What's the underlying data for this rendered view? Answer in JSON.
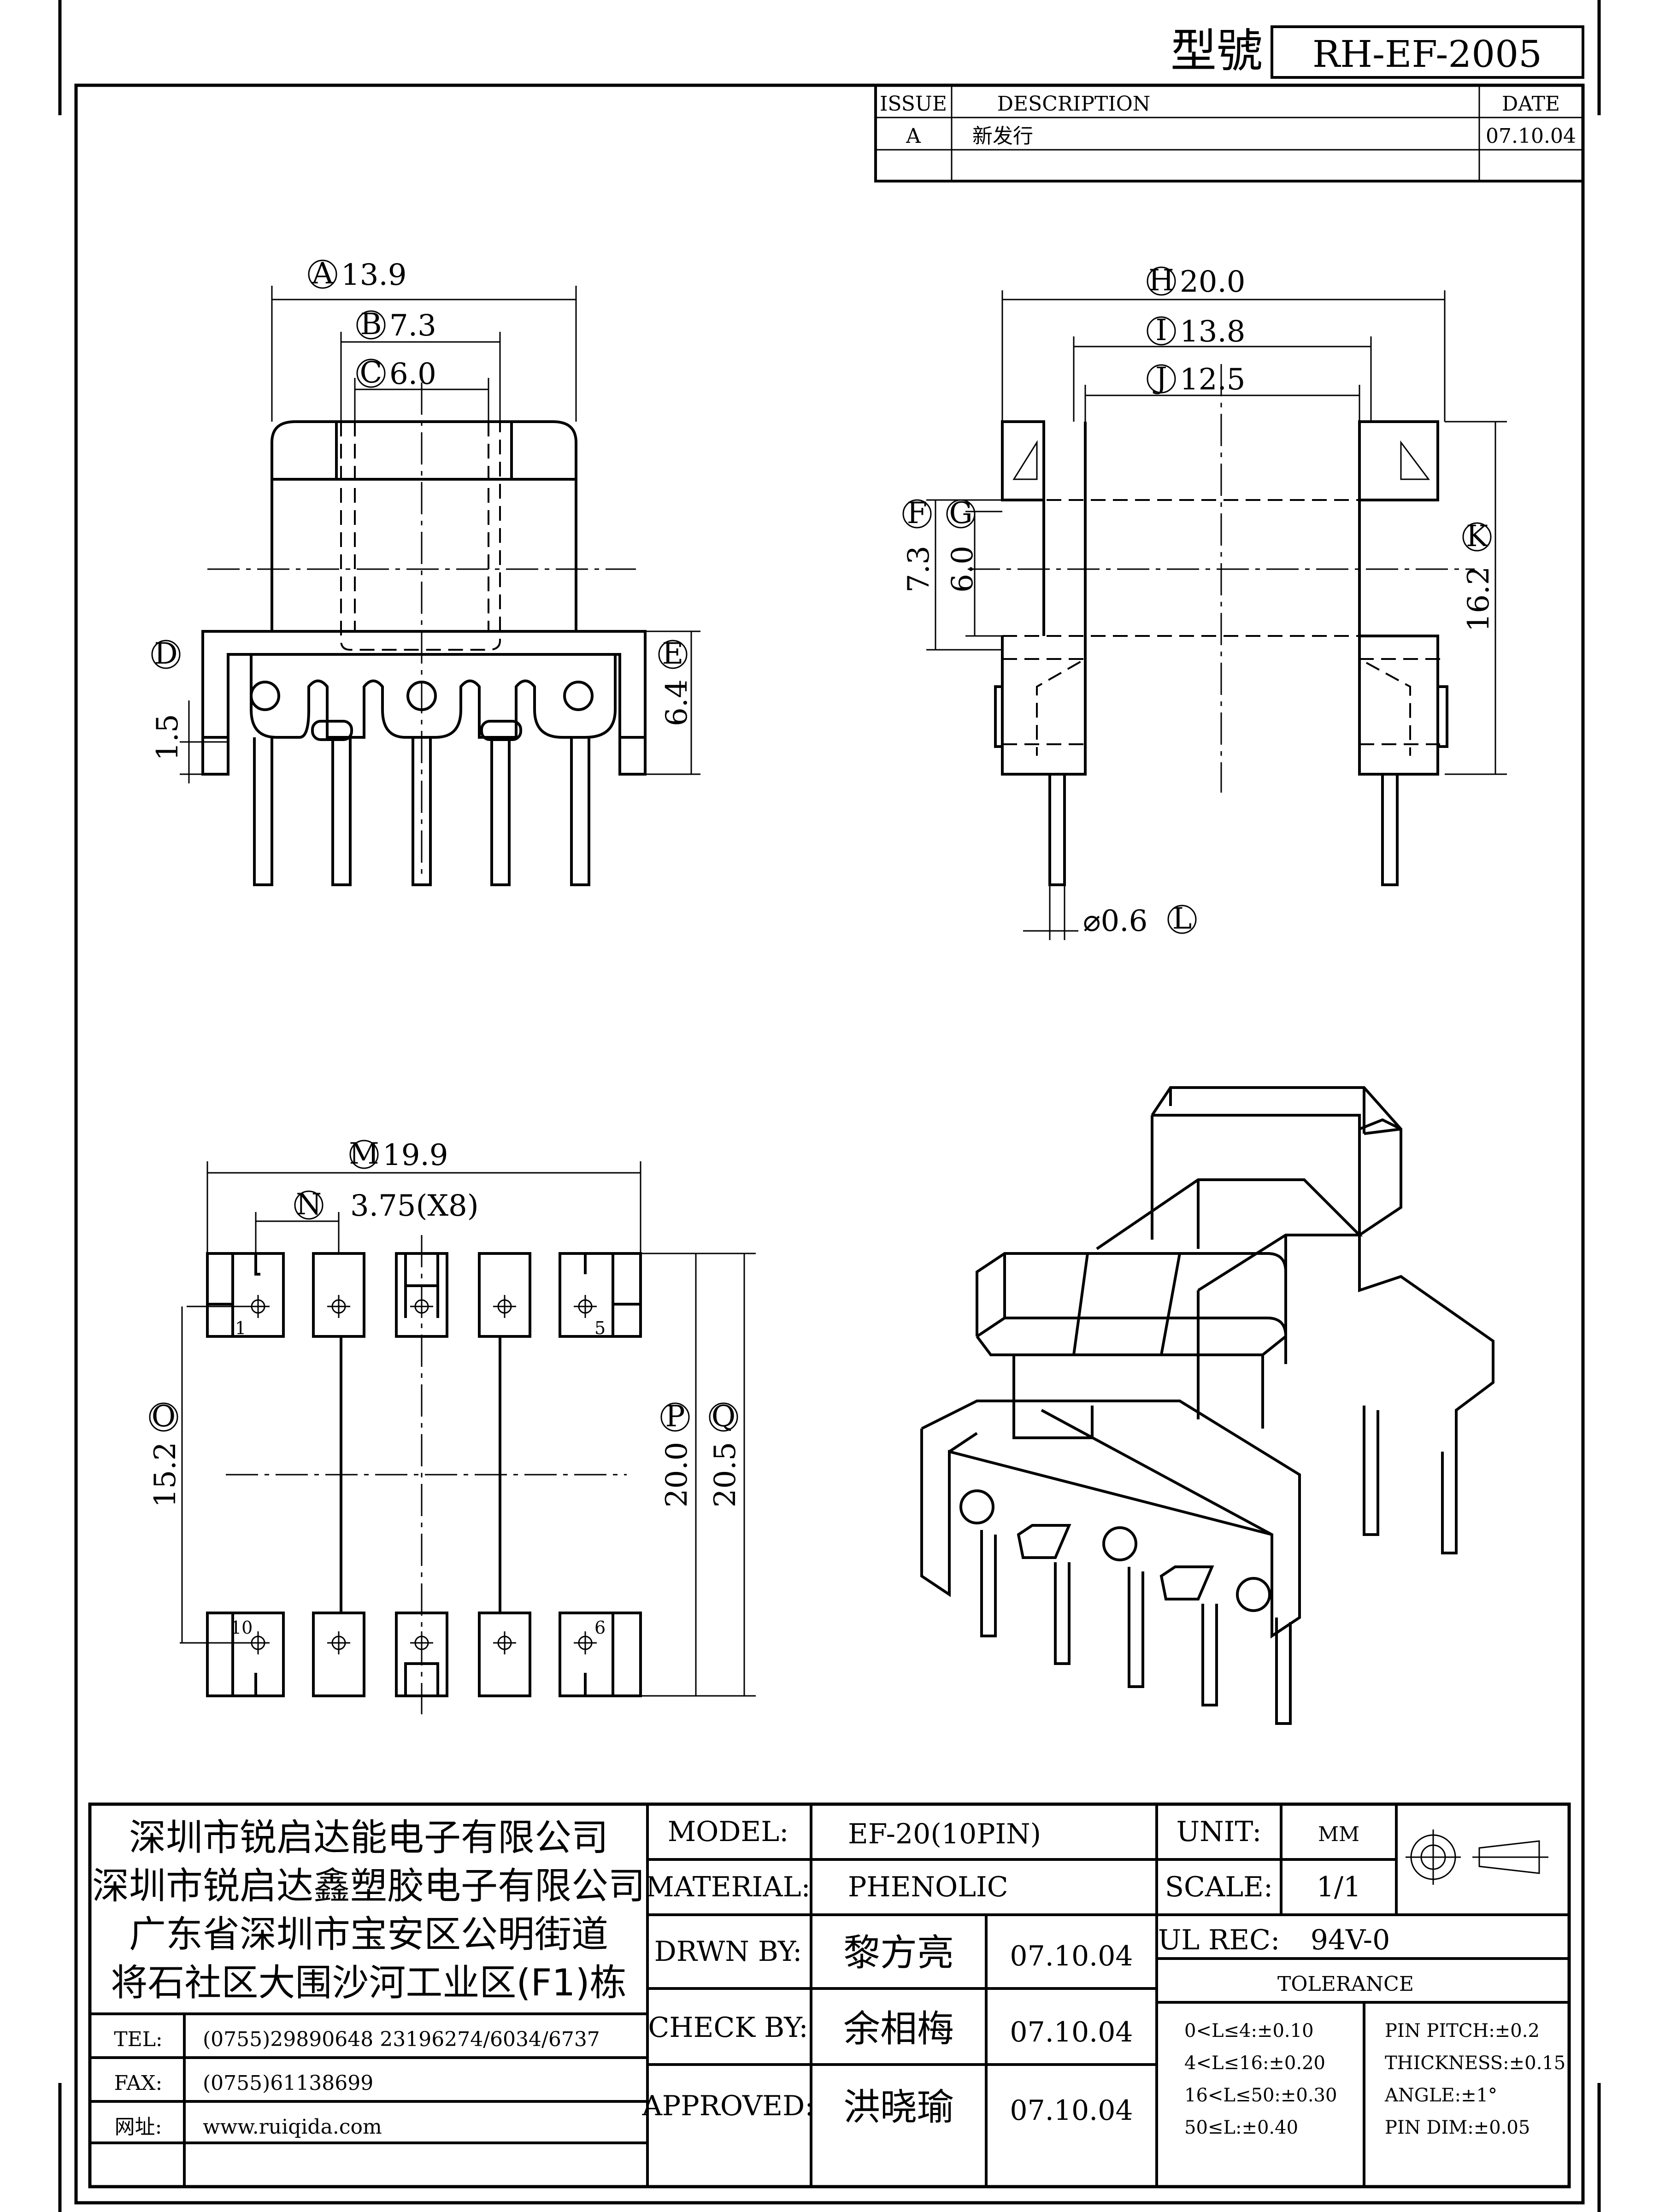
{
  "header": {
    "model_label": "型號",
    "model_no": "RH-EF-2005"
  },
  "revision": {
    "col_issue": "ISSUE",
    "col_description": "DESCRIPTION",
    "col_date": "DATE",
    "rows": [
      {
        "issue": "A",
        "description": "新发行",
        "date": "07.10.04"
      }
    ]
  },
  "dimensions": {
    "A": {
      "letter": "A",
      "value": "13.9"
    },
    "B": {
      "letter": "B",
      "value": "7.3"
    },
    "C": {
      "letter": "C",
      "value": "6.0"
    },
    "D": {
      "letter": "D",
      "value": "1.5"
    },
    "E": {
      "letter": "E",
      "value": "6.4"
    },
    "F": {
      "letter": "F",
      "value": "7.3"
    },
    "G": {
      "letter": "G",
      "value": "6.0"
    },
    "H": {
      "letter": "H",
      "value": "20.0"
    },
    "I": {
      "letter": "I",
      "value": "13.8"
    },
    "J": {
      "letter": "J",
      "value": "12.5"
    },
    "K": {
      "letter": "K",
      "value": "16.2"
    },
    "L": {
      "letter": "L",
      "value": "⌀0.6"
    },
    "M": {
      "letter": "M",
      "value": "19.9"
    },
    "N": {
      "letter": "N",
      "value": "3.75(X8)"
    },
    "O": {
      "letter": "O",
      "value": "15.2"
    },
    "P": {
      "letter": "P",
      "value": "20.0"
    },
    "Q": {
      "letter": "Q",
      "value": "20.5"
    }
  },
  "pins": {
    "p1": "1",
    "p5": "5",
    "p6": "6",
    "p10": "10"
  },
  "company": {
    "lines": [
      "深圳市锐启达能电子有限公司",
      "深圳市锐启达鑫塑胶电子有限公司",
      "广东省深圳市宝安区公明街道",
      "将石社区大围沙河工业区(F1)栋"
    ],
    "tel_label": "TEL:",
    "tel": "(0755)29890648  23196274/6034/6737",
    "fax_label": "FAX:",
    "fax": "(0755)61138699",
    "web_label": "网址:",
    "web": "www.ruiqida.com"
  },
  "title_block": {
    "model_label": "MODEL:",
    "model": "EF-20(10PIN)",
    "material_label": "MATERIAL:",
    "material": "PHENOLIC",
    "drawn_label": "DRWN BY:",
    "drawn_name": "黎方亮",
    "drawn_date": "07.10.04",
    "check_label": "CHECK BY:",
    "check_name": "余相梅",
    "check_date": "07.10.04",
    "approved_label": "APPROVED:",
    "approved_name": "洪晓瑜",
    "approved_date": "07.10.04",
    "unit_label": "UNIT:",
    "unit": "MM",
    "scale_label": "SCALE:",
    "scale": "1/1",
    "ul_label": "UL REC:",
    "ul": "94V-0",
    "tolerance_label": "TOLERANCE",
    "tol_left": [
      "0<L≤4:±0.10",
      "4<L≤16:±0.20",
      "16<L≤50:±0.30",
      "50≤L:±0.40"
    ],
    "tol_right": [
      "PIN PITCH:±0.2",
      "THICKNESS:±0.15",
      "ANGLE:±1°",
      "PIN DIM:±0.05"
    ]
  }
}
